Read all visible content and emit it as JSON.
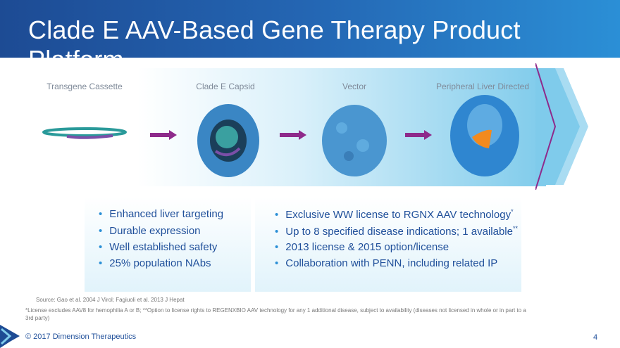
{
  "title": "Clade E AAV-Based Gene Therapy Product Platform",
  "stages": [
    "Transgene Cassette",
    "Clade E Capsid",
    "Vector",
    "Peripheral Liver Directed"
  ],
  "left_bullets": [
    "Enhanced liver targeting",
    "Durable expression",
    "Well established safety",
    "25% population NAbs"
  ],
  "right_bullets": [
    {
      "text": "Exclusive WW license to RGNX AAV technology",
      "sup": "*"
    },
    {
      "text": "Up to 8 specified disease indications; 1 available",
      "sup": "**"
    },
    {
      "text": "2013 license & 2015 option/license",
      "sup": ""
    },
    {
      "text": "Collaboration with PENN, including related IP",
      "sup": ""
    }
  ],
  "bullet_glyph": "•",
  "source": "Source: Gao et al. 2004 J Virol; Fagiuoli et al. 2013 J Hepat",
  "footnote": "*License excludes AAV8 for hemophilia A or B; **Option to license rights to REGENXBIO AAV technology for any 1 additional disease, subject to availability (diseases not licensed in whole or in part to a 3rd party)",
  "copyright": "© 2017 Dimension Therapeutics",
  "page_number": "4",
  "colors": {
    "header": "#2466b3",
    "arrow": "#8e2a8b",
    "text": "#1f4f9a"
  }
}
